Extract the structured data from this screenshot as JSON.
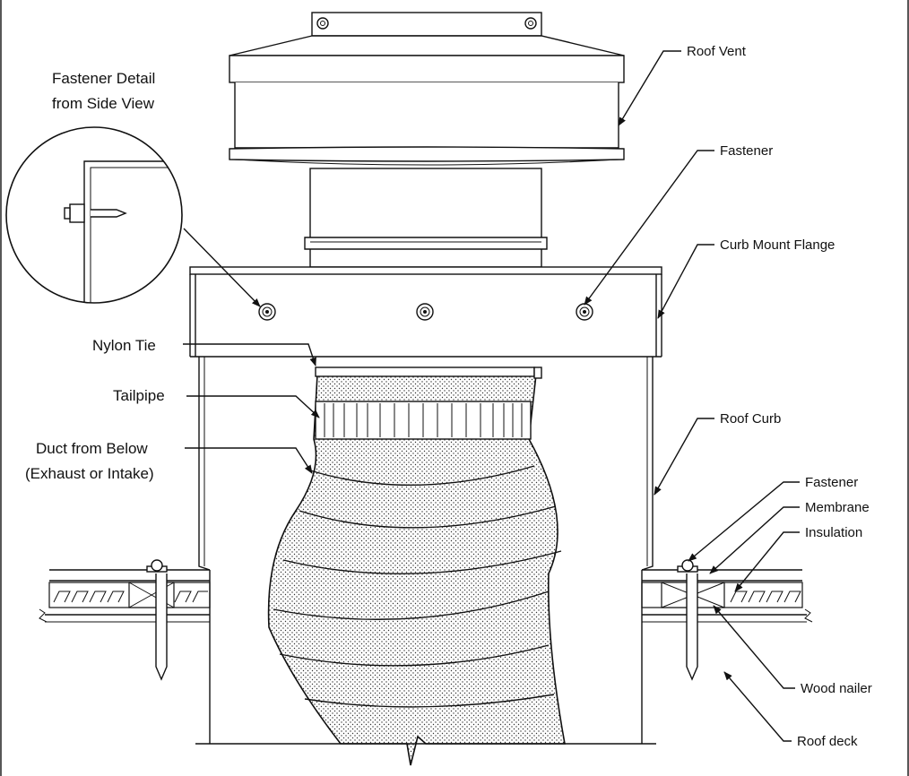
{
  "detail_title": [
    "Fastener Detail",
    "from Side View"
  ],
  "labels": {
    "roof_vent": "Roof Vent",
    "fastener_top": "Fastener",
    "curb_mount_flange": "Curb Mount Flange",
    "nylon_tie": "Nylon Tie",
    "tailpipe": "Tailpipe",
    "duct_line1": "Duct from Below",
    "duct_line2": "(Exhaust or Intake)",
    "roof_curb": "Roof Curb",
    "fastener_bottom": "Fastener",
    "membrane": "Membrane",
    "insulation": "Insulation",
    "wood_nailer": "Wood nailer",
    "roof_deck": "Roof deck"
  },
  "colors": {
    "line": "#111111",
    "background": "#ffffff"
  }
}
